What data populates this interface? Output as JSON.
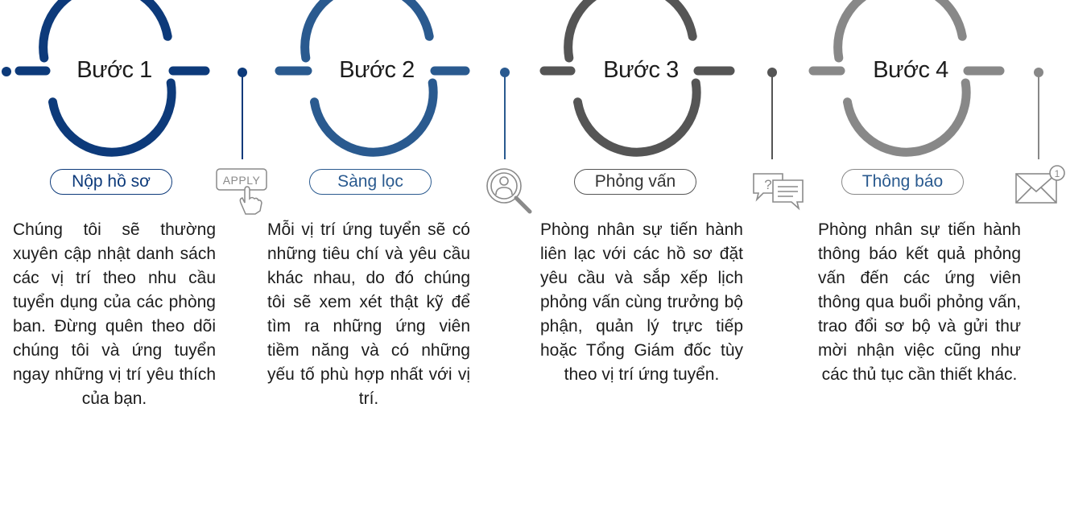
{
  "colors": {
    "step1": "#0d3a7a",
    "step2": "#2a5a8f",
    "step3": "#555555",
    "step4": "#888888"
  },
  "steps": [
    {
      "title": "Bước 1",
      "pill": "Nộp hồ sơ",
      "description": "Chúng tôi sẽ thường xuyên cập nhật danh sách các vị trí theo nhu cầu tuyển dụng của các phòng ban. Đừng quên theo dõi chúng tôi và ứng tuyển ngay những vị trí yêu thích của bạn.",
      "icon": "apply-button-icon",
      "icon_text": "APPLY"
    },
    {
      "title": "Bước 2",
      "pill": "Sàng lọc",
      "description": "Mỗi vị trí ứng tuyển sẽ có những tiêu chí và yêu cầu khác nhau, do đó chúng tôi sẽ xem xét thật kỹ để tìm ra những ứng viên tiềm năng và có những yếu tố phù hợp nhất với vị trí.",
      "icon": "magnifier-person-icon"
    },
    {
      "title": "Bước 3",
      "pill": "Phỏng vấn",
      "description": "Phòng nhân sự tiến hành liên lạc với các hồ sơ đặt yêu cầu và sắp xếp lịch phỏng vấn cùng trưởng bộ phận, quản lý trực tiếp hoặc Tổng Giám đốc tùy theo vị trí ứng tuyển.",
      "icon": "chat-question-icon",
      "icon_text": "?"
    },
    {
      "title": "Bước 4",
      "pill": "Thông báo",
      "description": "Phòng nhân sự tiến hành thông báo kết quả phỏng vấn đến các ứng viên thông qua buổi phỏng vấn, trao đổi sơ bộ và gửi thư mời nhận việc cũng như các thủ tục cần thiết khác.",
      "icon": "envelope-notification-icon",
      "icon_text": "1"
    }
  ]
}
